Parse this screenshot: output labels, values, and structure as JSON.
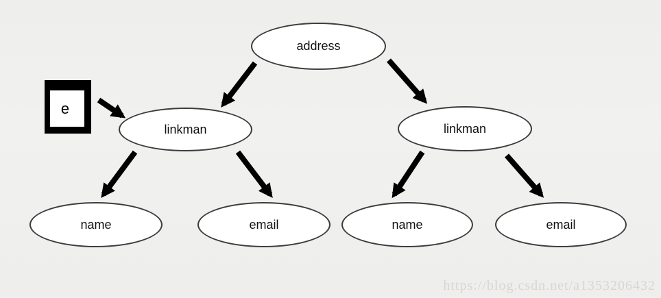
{
  "diagram": {
    "type": "tree",
    "description": "XML DOM tree of an address document",
    "nodes": [
      {
        "id": "address",
        "label": "address"
      },
      {
        "id": "linkman-left",
        "label": "linkman"
      },
      {
        "id": "linkman-right",
        "label": "linkman"
      },
      {
        "id": "name-left",
        "label": "name"
      },
      {
        "id": "email-left",
        "label": "email"
      },
      {
        "id": "name-right",
        "label": "name"
      },
      {
        "id": "email-right",
        "label": "email"
      }
    ],
    "edges": [
      {
        "from": "address",
        "to": "linkman-left"
      },
      {
        "from": "address",
        "to": "linkman-right"
      },
      {
        "from": "e-annotation",
        "to": "linkman-left"
      },
      {
        "from": "linkman-left",
        "to": "name-left"
      },
      {
        "from": "linkman-left",
        "to": "email-left"
      },
      {
        "from": "linkman-right",
        "to": "name-right"
      },
      {
        "from": "linkman-right",
        "to": "email-right"
      }
    ],
    "annotation": {
      "label": "e"
    },
    "colors": {
      "background": "#efefed",
      "node_fill": "#ffffff",
      "node_border": "#3d3d3d",
      "arrow": "#000000",
      "annotation_frame": "#000000",
      "watermark": "#d7d7d1"
    }
  },
  "watermark": {
    "text": "https://blog.csdn.net/a1353206432"
  }
}
